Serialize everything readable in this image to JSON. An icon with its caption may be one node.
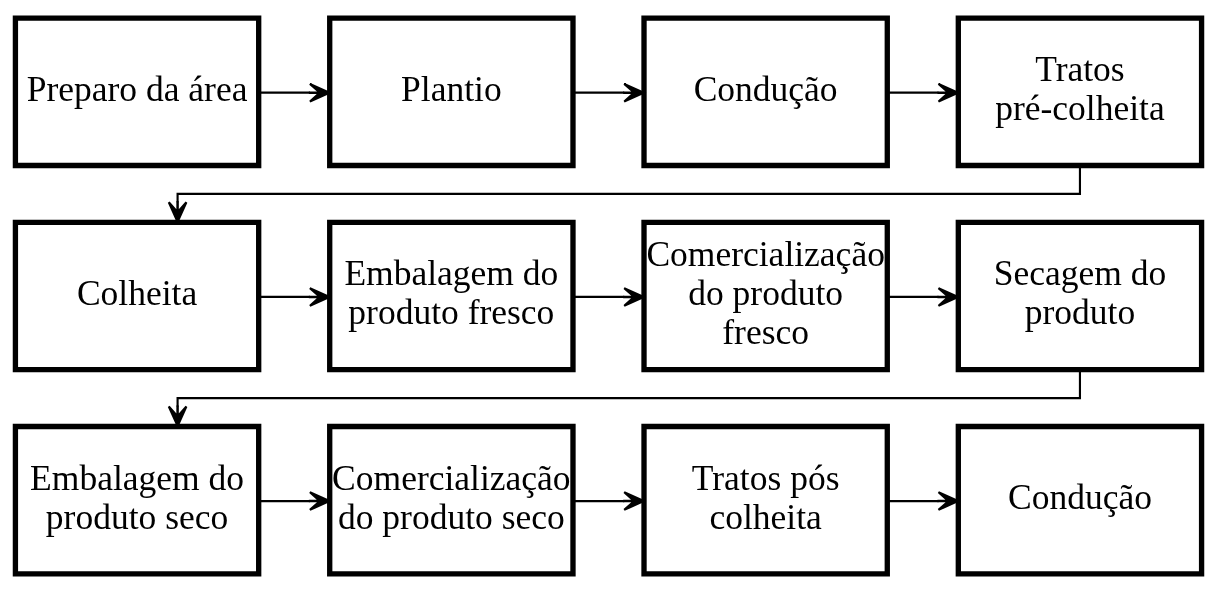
{
  "diagram": {
    "nodes": [
      {
        "text": [
          "Preparo da área"
        ]
      },
      {
        "text": [
          "Plantio"
        ]
      },
      {
        "text": [
          "Condução"
        ]
      },
      {
        "text": [
          "Tratos pré-colheita"
        ]
      },
      {
        "text": [
          "Colheita"
        ]
      },
      {
        "text": [
          "Embalagem do produto fresco"
        ]
      },
      {
        "text": [
          "Comercialização do produto fresco"
        ]
      },
      {
        "text": [
          "Secagem do produto"
        ]
      },
      {
        "text": [
          "Embalagem do produto seco"
        ]
      },
      {
        "text": [
          "Comercialização do produto seco"
        ]
      },
      {
        "text": [
          "Tratos pós colheita"
        ]
      },
      {
        "text": [
          "Condução"
        ]
      }
    ],
    "edges": [
      {
        "from": 0,
        "to": 1,
        "arrow": "to"
      },
      {
        "from": 1,
        "to": 2,
        "arrow": "to"
      },
      {
        "from": 2,
        "to": 3,
        "arrow": "to"
      },
      {
        "from": 3,
        "to": 4,
        "arrow": "to"
      },
      {
        "from": 4,
        "to": 5,
        "arrow": "to"
      },
      {
        "from": 5,
        "to": 6,
        "arrow": "to"
      },
      {
        "from": 6,
        "to": 7,
        "arrow": "to"
      },
      {
        "from": 7,
        "to": 8,
        "arrow": "to"
      },
      {
        "from": 8,
        "to": 9,
        "arrow": "to"
      },
      {
        "from": 9,
        "to": 10,
        "arrow": "to"
      },
      {
        "from": 10,
        "to": 11,
        "arrow": "to"
      }
    ]
  }
}
